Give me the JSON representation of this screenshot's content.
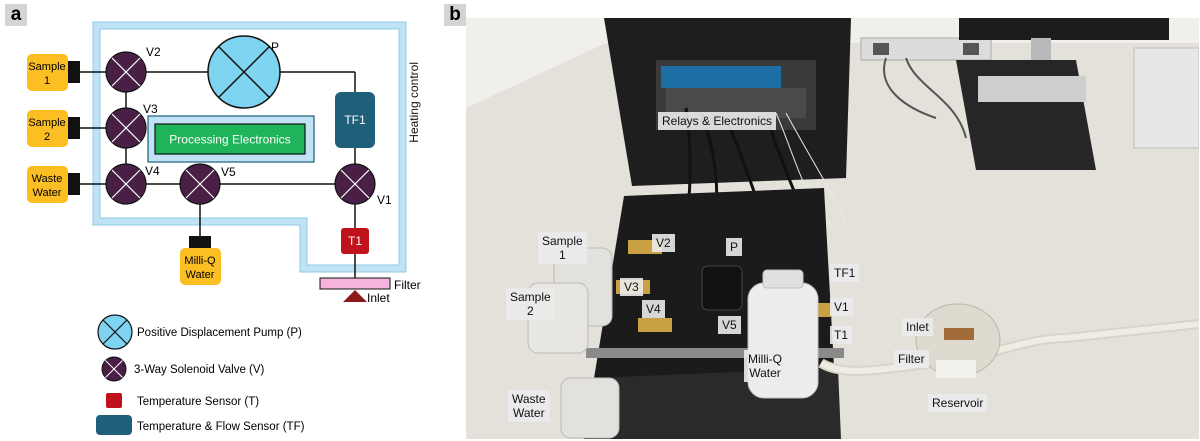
{
  "panel_a": {
    "letter": "a",
    "heating_control": "Heating control",
    "pump_label": "P",
    "tf1_label": "TF1",
    "t1_label": "T1",
    "filter_label": "Filter",
    "inlet_label": "Inlet",
    "processing_electronics": "Processing Electronics",
    "valves": [
      "V2",
      "V3",
      "V4",
      "V5",
      "V1"
    ],
    "sources": {
      "sample1": [
        "Sample",
        "1"
      ],
      "sample2": [
        "Sample",
        "2"
      ],
      "waste": [
        "Waste",
        "Water"
      ],
      "milliq": [
        "Milli-Q",
        "Water"
      ]
    },
    "legend": [
      "Positive Displacement Pump (P)",
      "3-Way Solenoid Valve (V)",
      "Temperature Sensor (T)",
      "Temperature & Flow Sensor (TF)"
    ],
    "colors": {
      "valve": "#4a1f45",
      "pump": "#7dd3f0",
      "tf": "#1f5f7a",
      "temp": "#c0121a",
      "source": "#fbbf24",
      "electronics": "#1fb35a",
      "heating": "#bfe3f5",
      "filter": "#f5b3dd",
      "inlet": "#8b1a1a"
    }
  },
  "panel_b": {
    "letter": "b",
    "labels": {
      "relays": "Relays & Electronics",
      "sample1": [
        "Sample",
        "1"
      ],
      "sample2": [
        "Sample",
        "2"
      ],
      "waste": [
        "Waste",
        "Water"
      ],
      "v2": "V2",
      "p": "P",
      "v3": "V3",
      "v4": "V4",
      "v5": "V5",
      "tf1": "TF1",
      "v1": "V1",
      "t1": "T1",
      "milliq": [
        "Milli-Q",
        "Water"
      ],
      "inlet": "Inlet",
      "filter": "Filter",
      "reservoir": "Reservoir"
    }
  }
}
